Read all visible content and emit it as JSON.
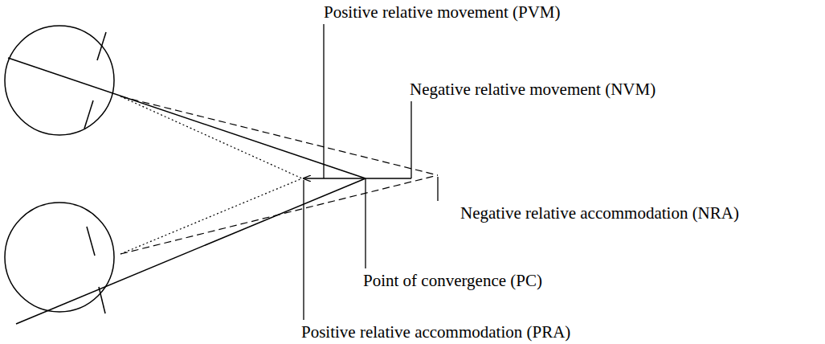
{
  "diagram": {
    "labels": [
      "Positive relative movement (PVM)",
      "Negative relative movement (NVM)",
      "Negative relative accommodation (NRA)",
      "Point of convergence (PC)",
      "Positive relative accommodation (PRA)"
    ]
  }
}
